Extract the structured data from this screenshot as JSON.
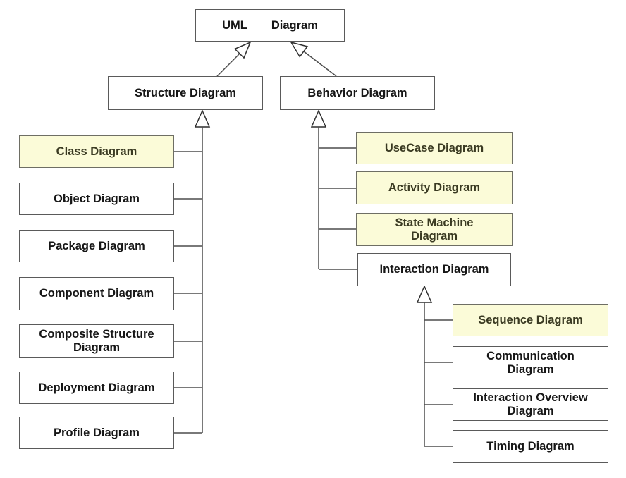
{
  "diagram": {
    "subject": "UML diagram types taxonomy",
    "notation": "generalization (hollow triangle arrowhead pointing to parent)"
  },
  "nodes": {
    "uml": {
      "word1": "UML",
      "word2": "Diagram",
      "highlighted": false
    },
    "structure": {
      "label": "Structure Diagram",
      "highlighted": false
    },
    "behavior": {
      "label": "Behavior Diagram",
      "highlighted": false
    },
    "class": {
      "label": "Class Diagram",
      "highlighted": true
    },
    "object": {
      "label": "Object Diagram",
      "highlighted": false
    },
    "package": {
      "label": "Package Diagram",
      "highlighted": false
    },
    "component": {
      "label": "Component Diagram",
      "highlighted": false
    },
    "composite": {
      "label": [
        "Composite Structure",
        "Diagram"
      ],
      "highlighted": false
    },
    "deployment": {
      "label": "Deployment Diagram",
      "highlighted": false
    },
    "profile": {
      "label": "Profile Diagram",
      "highlighted": false
    },
    "usecase": {
      "label": "UseCase Diagram",
      "highlighted": true
    },
    "activity": {
      "label": "Activity Diagram",
      "highlighted": true
    },
    "statemachine": {
      "label": [
        "State Machine",
        "Diagram"
      ],
      "highlighted": true
    },
    "interaction": {
      "label": "Interaction Diagram",
      "highlighted": false
    },
    "sequence": {
      "label": "Sequence Diagram",
      "highlighted": true
    },
    "communication": {
      "label": [
        "Communication",
        "Diagram"
      ],
      "highlighted": false
    },
    "interactionoverview": {
      "label": [
        "Interaction Overview",
        "Diagram"
      ],
      "highlighted": false
    },
    "timing": {
      "label": "Timing Diagram",
      "highlighted": false
    }
  },
  "edges": [
    {
      "from": "Structure Diagram",
      "to": "UML Diagram",
      "type": "generalization"
    },
    {
      "from": "Behavior Diagram",
      "to": "UML Diagram",
      "type": "generalization"
    },
    {
      "from": "Class Diagram",
      "to": "Structure Diagram",
      "type": "generalization"
    },
    {
      "from": "Object Diagram",
      "to": "Structure Diagram",
      "type": "generalization"
    },
    {
      "from": "Package Diagram",
      "to": "Structure Diagram",
      "type": "generalization"
    },
    {
      "from": "Component Diagram",
      "to": "Structure Diagram",
      "type": "generalization"
    },
    {
      "from": "Composite Structure Diagram",
      "to": "Structure Diagram",
      "type": "generalization"
    },
    {
      "from": "Deployment Diagram",
      "to": "Structure Diagram",
      "type": "generalization"
    },
    {
      "from": "Profile Diagram",
      "to": "Structure Diagram",
      "type": "generalization"
    },
    {
      "from": "UseCase Diagram",
      "to": "Behavior Diagram",
      "type": "generalization"
    },
    {
      "from": "Activity Diagram",
      "to": "Behavior Diagram",
      "type": "generalization"
    },
    {
      "from": "State Machine Diagram",
      "to": "Behavior Diagram",
      "type": "generalization"
    },
    {
      "from": "Interaction Diagram",
      "to": "Behavior Diagram",
      "type": "generalization"
    },
    {
      "from": "Sequence Diagram",
      "to": "Interaction Diagram",
      "type": "generalization"
    },
    {
      "from": "Communication Diagram",
      "to": "Interaction Diagram",
      "type": "generalization"
    },
    {
      "from": "Interaction Overview Diagram",
      "to": "Interaction Diagram",
      "type": "generalization"
    },
    {
      "from": "Timing Diagram",
      "to": "Interaction Diagram",
      "type": "generalization"
    }
  ],
  "colors": {
    "canvas_bg": "#ffffff",
    "box_fill": "#ffffff",
    "box_text": "#161616",
    "border": "#5a5a5a",
    "highlight_fill": "#fbfbd8",
    "highlight_text": "#3a3a22",
    "highlight_border": "#6e6e64",
    "line": "#4d4d4d",
    "arrow_stroke": "#2f2f2f",
    "arrow_fill": "#ffffff"
  }
}
